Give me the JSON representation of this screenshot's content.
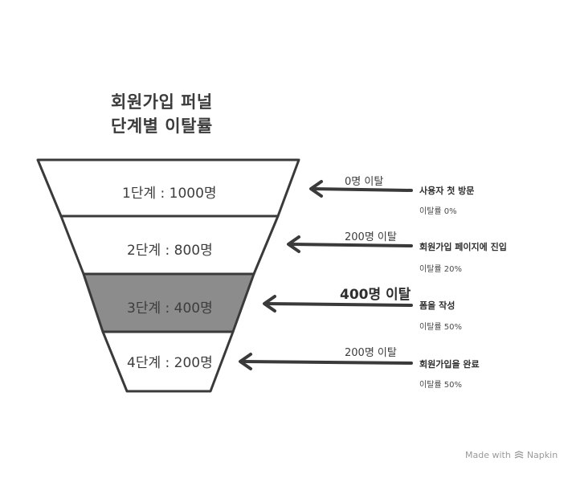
{
  "title": {
    "line1": "회원가입 퍼널",
    "line2": "단계별 이탈률"
  },
  "stages": [
    {
      "label": "1단계 : 1000명",
      "drop": "0명 이탈",
      "desc": "사용자 첫 방문",
      "rate": "이탈률 0%",
      "highlight": false
    },
    {
      "label": "2단계 : 800명",
      "drop": "200명 이탈",
      "desc": "회원가입 페이지에 진입",
      "rate": "이탈률 20%",
      "highlight": false
    },
    {
      "label": "3단계 : 400명",
      "drop": "400명 이탈",
      "desc": "폼을 작성",
      "rate": "이탈률 50%",
      "highlight": true
    },
    {
      "label": "4단계 : 200명",
      "drop": "200명 이탈",
      "desc": "회원가입을 완료",
      "rate": "이탈률 50%",
      "highlight": false
    }
  ],
  "colors": {
    "outline": "#3a3a3a",
    "highlight_fill": "#8c8c8c",
    "fill": "#ffffff"
  },
  "footer": {
    "made_with": "Made with",
    "brand": "Napkin",
    "icon": "napkin-icon"
  }
}
